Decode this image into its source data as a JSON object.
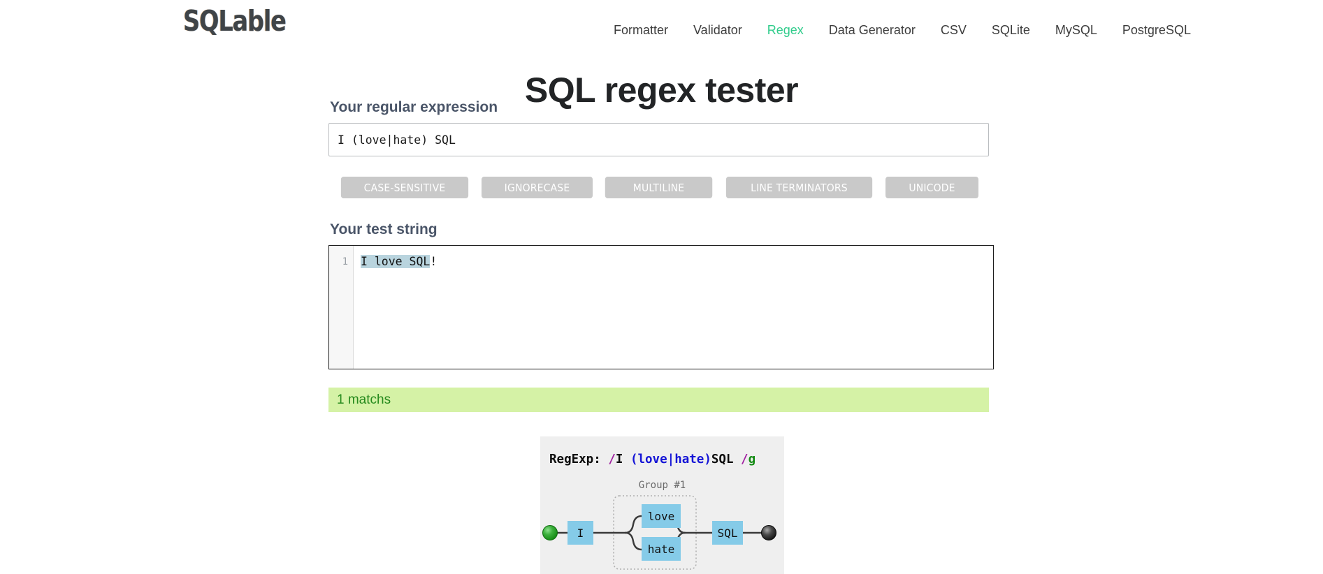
{
  "header": {
    "logo": "SQLable",
    "nav": [
      {
        "label": "Formatter",
        "active": false
      },
      {
        "label": "Validator",
        "active": false
      },
      {
        "label": "Regex",
        "active": true
      },
      {
        "label": "Data Generator",
        "active": false
      },
      {
        "label": "CSV",
        "active": false
      },
      {
        "label": "SQLite",
        "active": false
      },
      {
        "label": "MySQL",
        "active": false
      },
      {
        "label": "PostgreSQL",
        "active": false
      }
    ],
    "active_color": "#2fcc8b"
  },
  "page_title": "SQL regex tester",
  "regex_field": {
    "label": "Your regular expression",
    "value": "I (love|hate) SQL",
    "placeholder": ""
  },
  "flags": [
    {
      "label": "CASE-SENSITIVE",
      "active": false
    },
    {
      "label": "IGNORECASE",
      "active": false
    },
    {
      "label": "MULTILINE",
      "active": false
    },
    {
      "label": "LINE TERMINATORS",
      "active": false
    },
    {
      "label": "UNICODE",
      "active": false
    }
  ],
  "test_string": {
    "label": "Your test string",
    "line_number": "1",
    "matched_text": "I love SQL",
    "rest_text": "!",
    "highlight_color": "#b9d4de"
  },
  "result_banner": {
    "text": "1 matchs",
    "background": "#d5f2a6",
    "text_color": "#268a1d"
  },
  "diagram": {
    "regexp_label": "RegExp:",
    "open_slash": "/",
    "literal_prefix": "I ",
    "group_open": "(",
    "alt_first": "love",
    "alt_pipe": "|",
    "alt_second": "hate",
    "group_close": ")",
    "literal_suffix": "SQL",
    "close_slash": " /",
    "flag": "g",
    "group_caption": "Group #1",
    "nodes": {
      "start": "start-node",
      "literal_1": "I",
      "branch_1": "love",
      "branch_2": "hate",
      "literal_2": "SQL",
      "end": "end-node"
    },
    "node_color": "#85cbe8",
    "start_color": "#2aa52a",
    "end_color": "#3a3a3a",
    "panel_background": "#efefef"
  }
}
